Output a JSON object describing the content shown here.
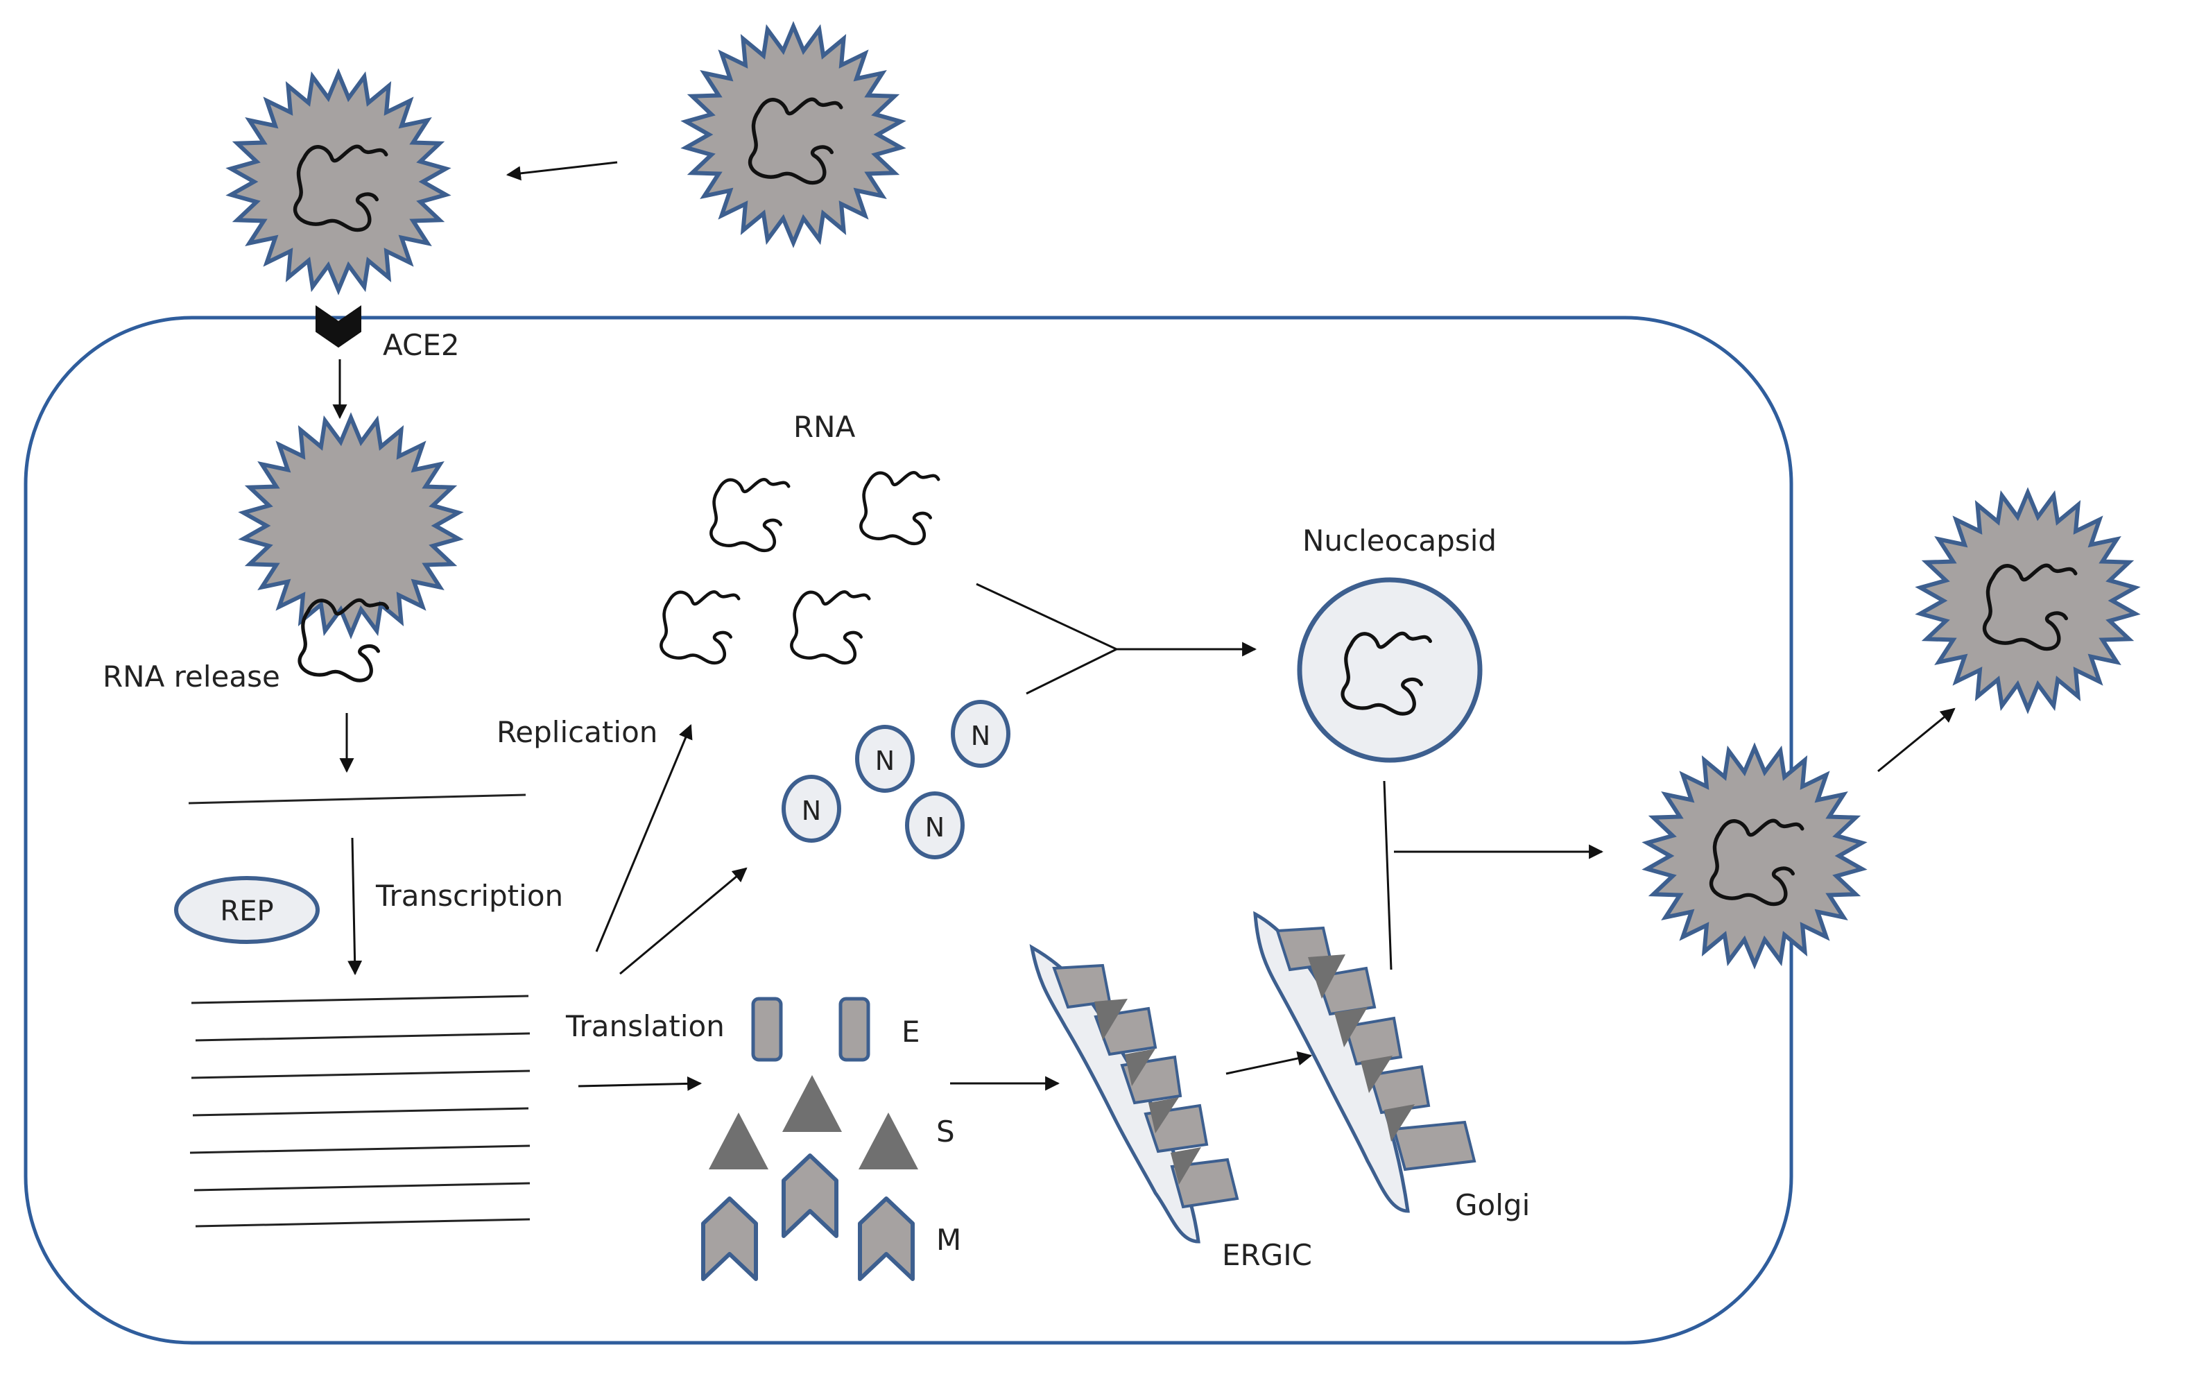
{
  "labels": {
    "ace2": "ACE2",
    "rna": "RNA",
    "nucleocapsid": "Nucleocapsid",
    "rna_release": "RNA release",
    "replication": "Replication",
    "transcription": "Transcription",
    "rep": "REP",
    "translation": "Translation",
    "protein_e": "E",
    "protein_s": "S",
    "protein_m": "M",
    "ergic": "ERGIC",
    "golgi": "Golgi",
    "n_protein": "N"
  },
  "colors": {
    "membrane": "#2f5d9c",
    "particle_fill": "#a6a2a1",
    "particle_outline": "#3d5f8f",
    "n_fill": "#eceef2",
    "rna_stroke": "#111111",
    "triangle_fill": "#707070",
    "arrow": "#111111"
  }
}
